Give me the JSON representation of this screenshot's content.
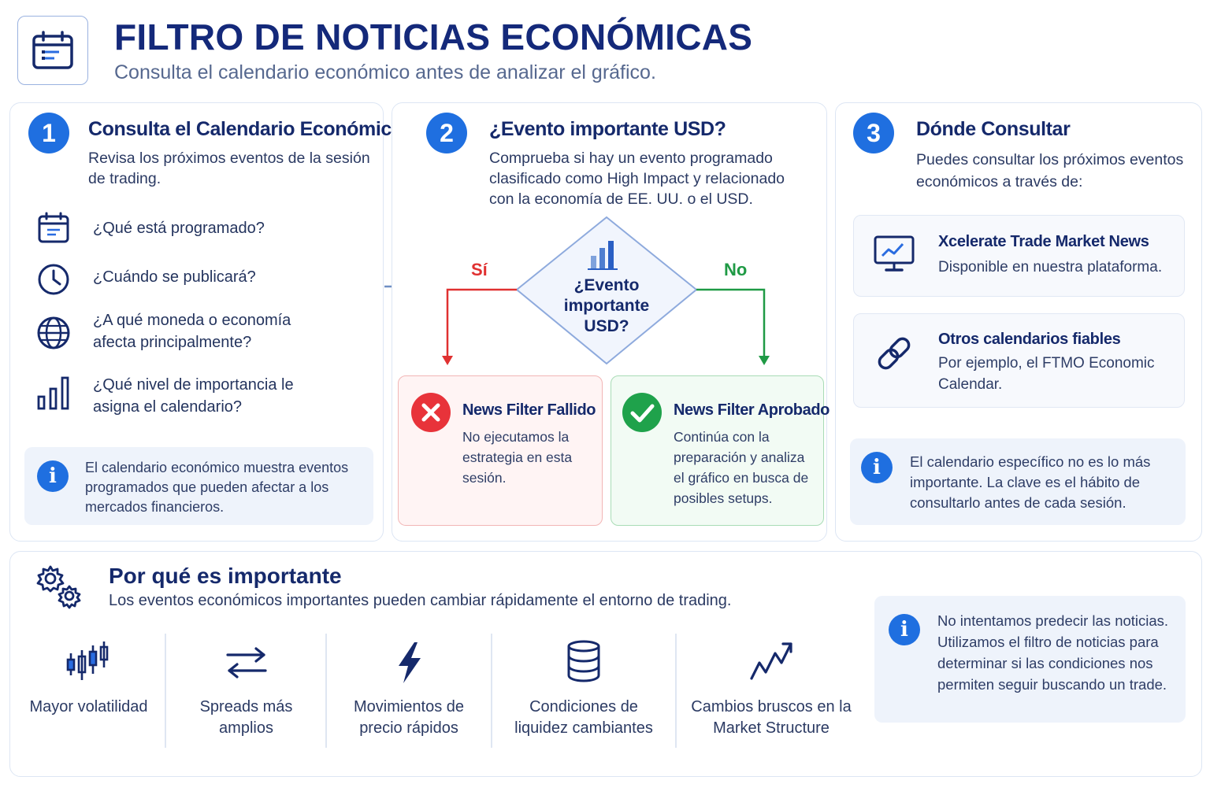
{
  "header": {
    "title": "FILTRO DE NOTICIAS ECONÓMICAS",
    "subtitle": "Consulta el calendario económico antes de analizar el gráfico."
  },
  "step1": {
    "number": "1",
    "title": "Consulta el Calendario Económico",
    "description": "Revisa los próximos eventos de la sesión de trading.",
    "questions": [
      {
        "icon": "calendar-icon",
        "text": "¿Qué está programado?"
      },
      {
        "icon": "clock-icon",
        "text": "¿Cuándo se publicará?"
      },
      {
        "icon": "globe-icon",
        "text": "¿A qué moneda o economía afecta principalmente?"
      },
      {
        "icon": "bar-chart-icon",
        "text": "¿Qué nivel de importancia le asigna el calendario?"
      }
    ],
    "info": "El calendario económico muestra eventos programados que pueden afectar a los mercados financieros."
  },
  "step2": {
    "number": "2",
    "title": "¿Evento importante USD?",
    "description": "Comprueba si hay un evento programado clasificado como High Impact y relacionado con la economía de EE. UU. o el USD.",
    "decision": "¿Evento importante USD?",
    "yes_label": "Sí",
    "no_label": "No",
    "fail": {
      "title": "News Filter Fallido",
      "text": "No ejecutamos la estrategia en esta sesión."
    },
    "pass": {
      "title": "News Filter Aprobado",
      "text": "Continúa con la preparación y analiza el gráfico en busca de posibles setups."
    }
  },
  "step3": {
    "number": "3",
    "title": "Dónde Consultar",
    "description": "Puedes consultar los próximos eventos económicos a través de:",
    "sources": [
      {
        "icon": "monitor-chart-icon",
        "title": "Xcelerate Trade Market News",
        "text": "Disponible en nuestra plataforma."
      },
      {
        "icon": "link-icon",
        "title": "Otros calendarios fiables",
        "text": "Por ejemplo, el FTMO Economic Calendar."
      }
    ],
    "info": "El calendario específico no es lo más importante. La clave es el hábito de consultarlo antes de cada sesión."
  },
  "why": {
    "title": "Por qué es importante",
    "subtitle": "Los eventos económicos importantes pueden cambiar rápidamente el entorno de trading.",
    "impacts": [
      {
        "icon": "candlestick-icon",
        "label": "Mayor volatilidad"
      },
      {
        "icon": "swap-arrows-icon",
        "label": "Spreads más amplios"
      },
      {
        "icon": "lightning-icon",
        "label": "Movimientos de precio rápidos"
      },
      {
        "icon": "database-icon",
        "label": "Condiciones de liquidez cambiantes"
      },
      {
        "icon": "trend-zigzag-icon",
        "label": "Cambios bruscos en la Market Structure"
      }
    ],
    "info": "No intentamos predecir las noticias. Utilizamos el filtro de noticias para determinar si las condiciones nos permiten seguir buscando un trade."
  },
  "colors": {
    "navy": "#15296b",
    "accent_blue": "#1f6fe0",
    "fail_red": "#e03131",
    "pass_green": "#1f9a45"
  }
}
